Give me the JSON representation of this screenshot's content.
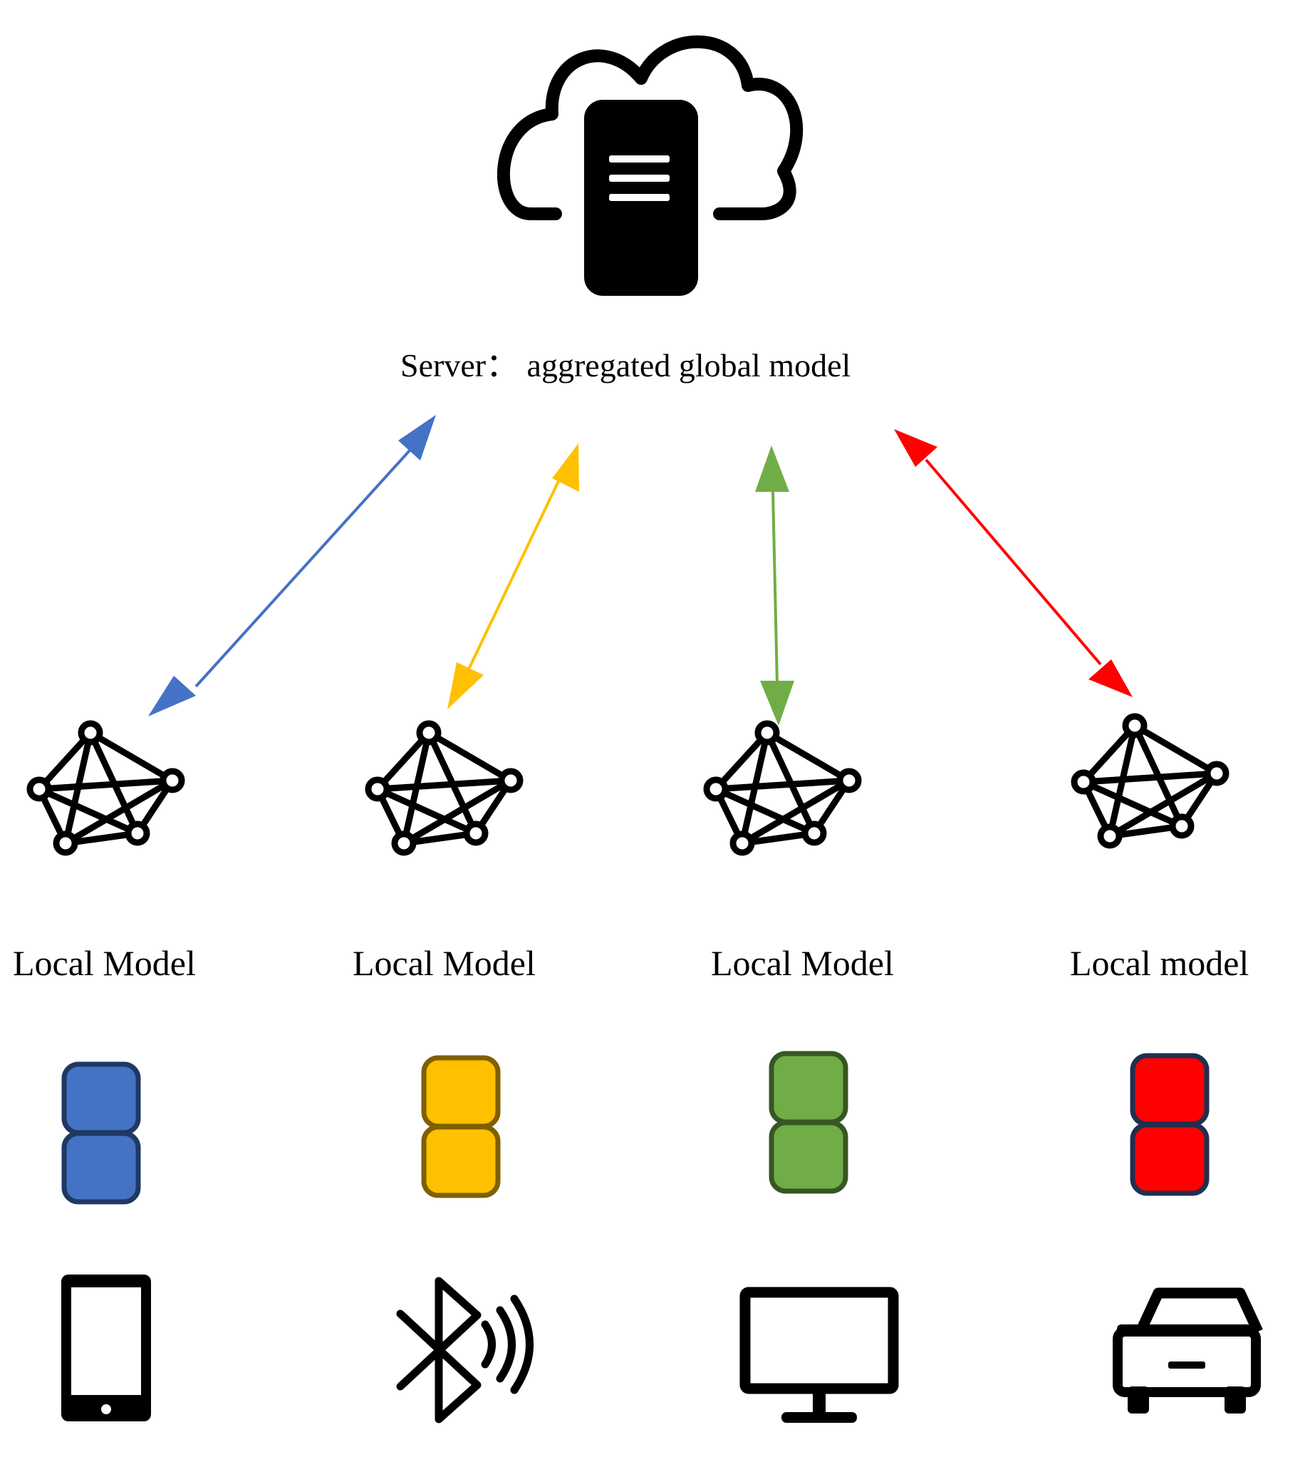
{
  "server": {
    "label": "Server：  aggregated global model",
    "icon": "cloud-server-icon"
  },
  "clients": [
    {
      "label": "Local Model",
      "color": "#4472c4",
      "border": "#1f3864",
      "device_icon": "smartphone-icon",
      "model_icon": "network-graph-icon",
      "data_icon": "data-storage-icon"
    },
    {
      "label": "Local Model",
      "color": "#ffc000",
      "border": "#7f6000",
      "device_icon": "bluetooth-signal-icon",
      "model_icon": "network-graph-icon",
      "data_icon": "data-storage-icon"
    },
    {
      "label": "Local Model",
      "color": "#70ad47",
      "border": "#375623",
      "device_icon": "monitor-icon",
      "model_icon": "network-graph-icon",
      "data_icon": "data-storage-icon"
    },
    {
      "label": "Local model",
      "color": "#ff0000",
      "border": "#1f3050",
      "device_icon": "car-icon",
      "model_icon": "network-graph-icon",
      "data_icon": "data-storage-icon"
    }
  ]
}
